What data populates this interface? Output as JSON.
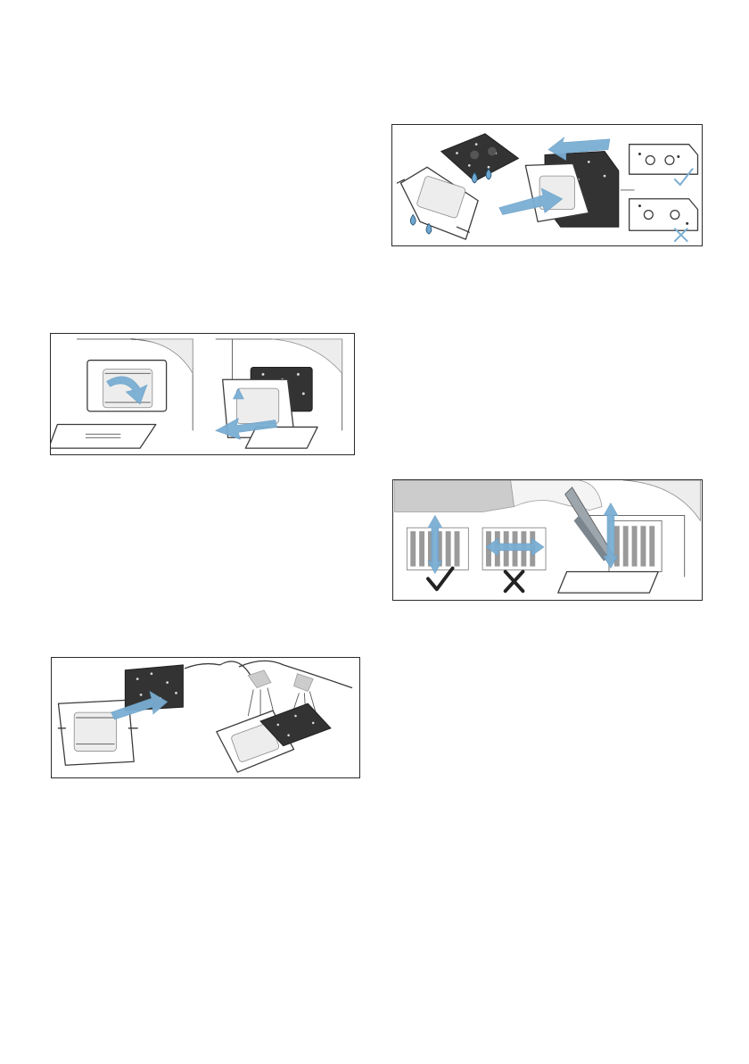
{
  "figures": [
    {
      "id": "remove-filter",
      "icons": [
        "hatch-open-arrow-icon",
        "pull-out-filter-arrow-icon"
      ]
    },
    {
      "id": "rinse-filter",
      "icons": [
        "separate-sponge-arrow-icon",
        "shower-head-icon"
      ]
    },
    {
      "id": "reinsert-filter",
      "icons": [
        "water-drop-icon",
        "insert-arrow-icon",
        "correct-orientation-check-icon",
        "wrong-orientation-cross-icon"
      ]
    },
    {
      "id": "vacuum-grille",
      "icons": [
        "vertical-stroke-check-icon",
        "horizontal-stroke-cross-icon",
        "vacuum-nozzle-icon"
      ]
    }
  ],
  "colors": {
    "arrow": "#7aaed3",
    "sponge": "#333333",
    "line": "#3a3a3a",
    "background": "#ffffff"
  }
}
